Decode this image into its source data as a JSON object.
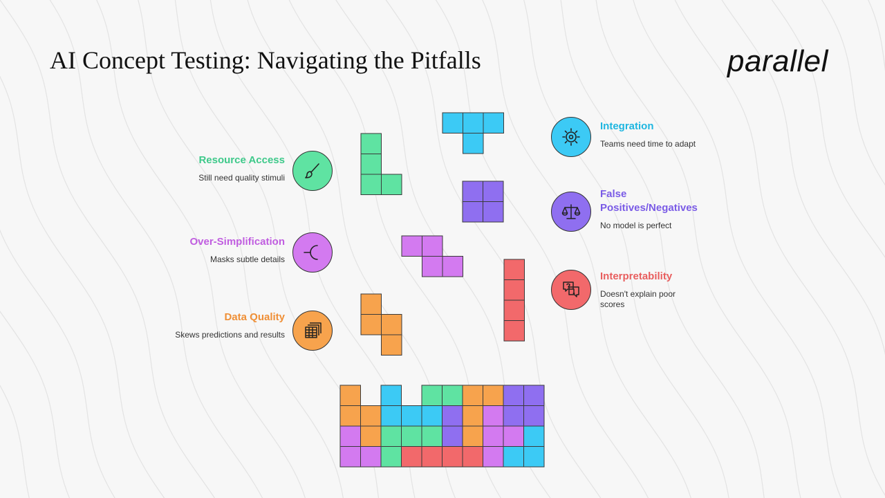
{
  "title": "AI Concept Testing: Navigating the Pitfalls",
  "logo": "parallel",
  "items": [
    {
      "heading": "Resource Access",
      "description": "Still need quality stimuli",
      "color": "#3ec98a",
      "icon": "paintbrush-icon"
    },
    {
      "heading": "Over-Simplification",
      "description": "Masks subtle details",
      "color": "#c05de0",
      "icon": "arc-icon"
    },
    {
      "heading": "Data Quality",
      "description": "Skews predictions and results",
      "color": "#ef8f36",
      "icon": "spreadsheet-icon"
    },
    {
      "heading": "Integration",
      "description": "Teams need time to adapt",
      "color": "#1fb6e0",
      "icon": "gear-icon"
    },
    {
      "heading": "False Positives/Negatives",
      "description": "No model is perfect",
      "color": "#7a5be6",
      "icon": "scale-icon"
    },
    {
      "heading": "Interpretability",
      "description": "Doesn't explain poor scores",
      "color": "#e85e5e",
      "icon": "question-chat-icon"
    }
  ],
  "palette": {
    "green": "#5fe3a2",
    "blue": "#3ccaf5",
    "purple": "#8f6ff0",
    "violet": "#d37af0",
    "orange": "#f7a34d",
    "red": "#f2696b"
  }
}
